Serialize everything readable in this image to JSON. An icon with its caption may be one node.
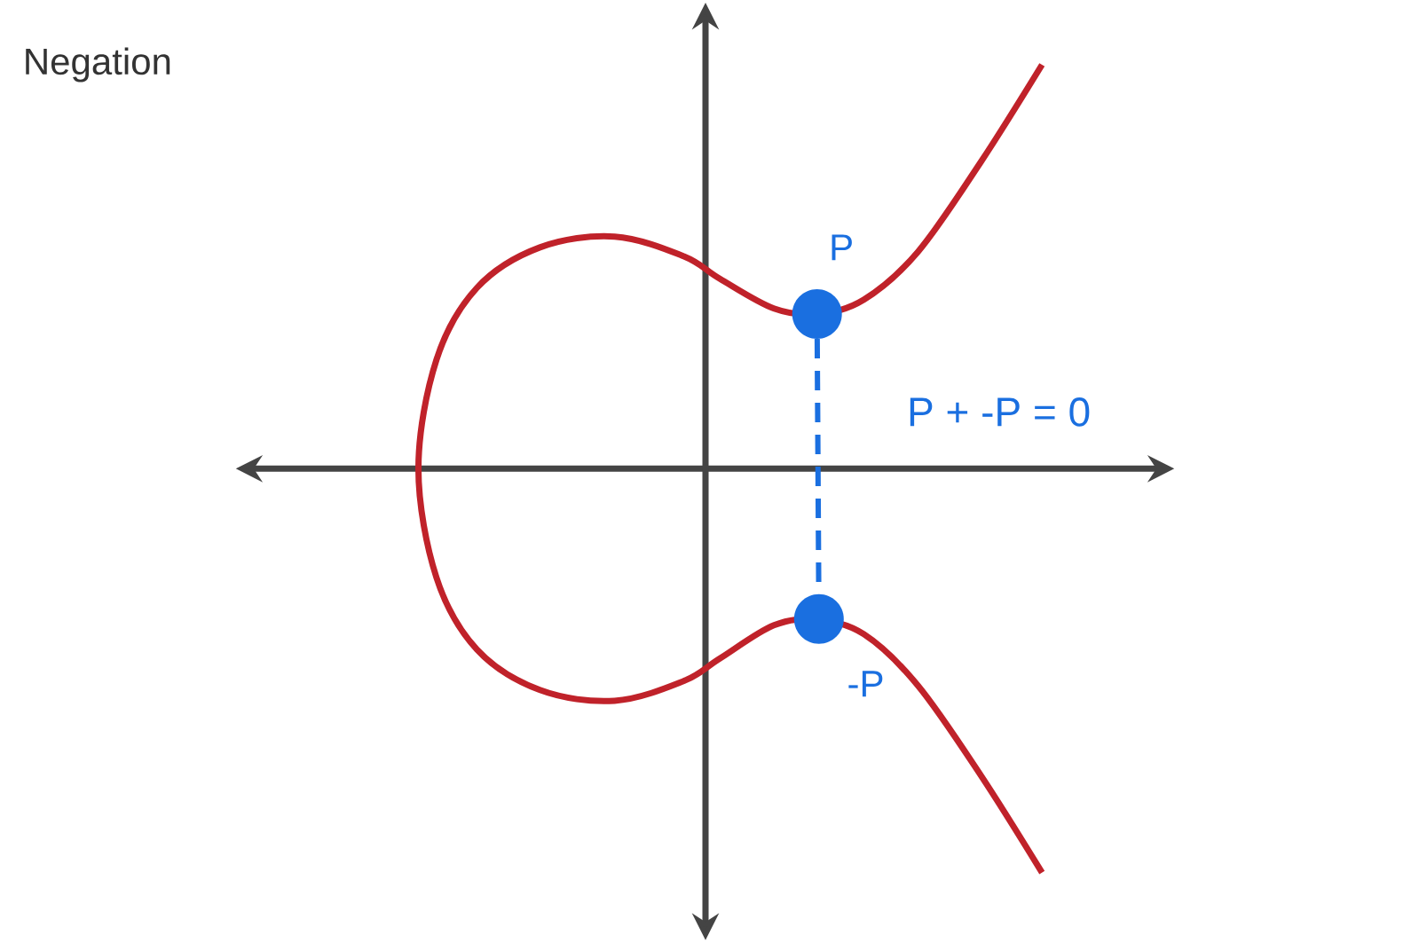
{
  "diagram": {
    "title": "Negation",
    "nodes": [
      {
        "text": [],
        "shape": "circle",
        "beside": [
          "P"
        ]
      },
      {
        "text": [],
        "shape": "circle",
        "beside": [
          "-P"
        ]
      }
    ],
    "edges": [
      {
        "from": 0,
        "to": 1,
        "arrow": "none",
        "style": "dashed"
      }
    ],
    "labels": [
      "P + -P = 0"
    ]
  }
}
